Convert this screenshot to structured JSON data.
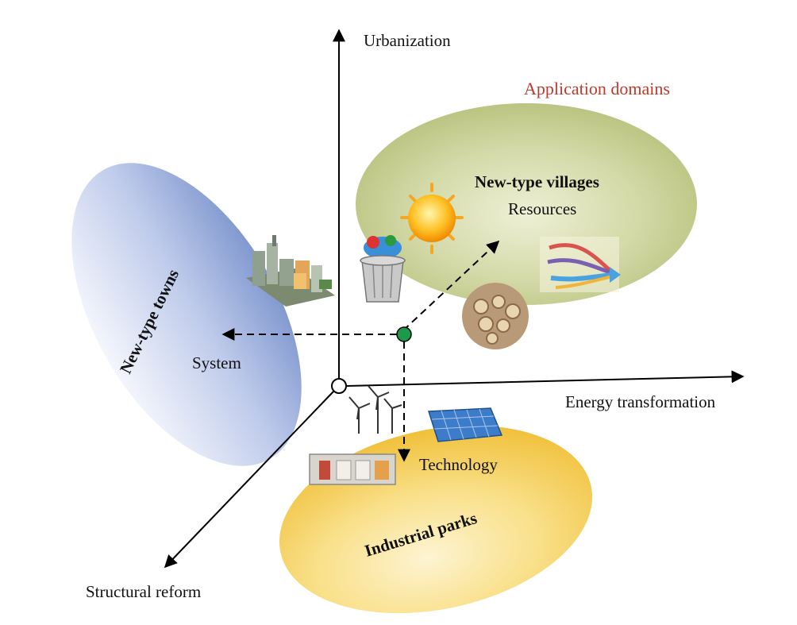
{
  "axes": {
    "vertical": "Urbanization",
    "horizontal": "Energy transformation",
    "diagonal": "Structural reform"
  },
  "domains_title": "Application domains",
  "regions": {
    "villages": {
      "title": "New-type villages",
      "sub": "Resources"
    },
    "towns": {
      "title": "New-type towns",
      "sub": "System"
    },
    "parks": {
      "title": "Industrial parks",
      "sub": "Technology"
    }
  },
  "icons": {
    "factory": "factory-icon",
    "trash": "trash-bin-icon",
    "sun": "sun-icon",
    "flow": "flow-map-icon",
    "logs": "firewood-logs-icon",
    "turbines": "wind-turbines-icon",
    "solar": "solar-panel-icon",
    "storage": "energy-storage-cabinet-icon"
  },
  "colors": {
    "villages": "#c7cf97",
    "towns": "#9aaedb",
    "parks": "#f6d15a",
    "center_dot": "#1a9a4a",
    "domains_title": "#c0392b"
  }
}
